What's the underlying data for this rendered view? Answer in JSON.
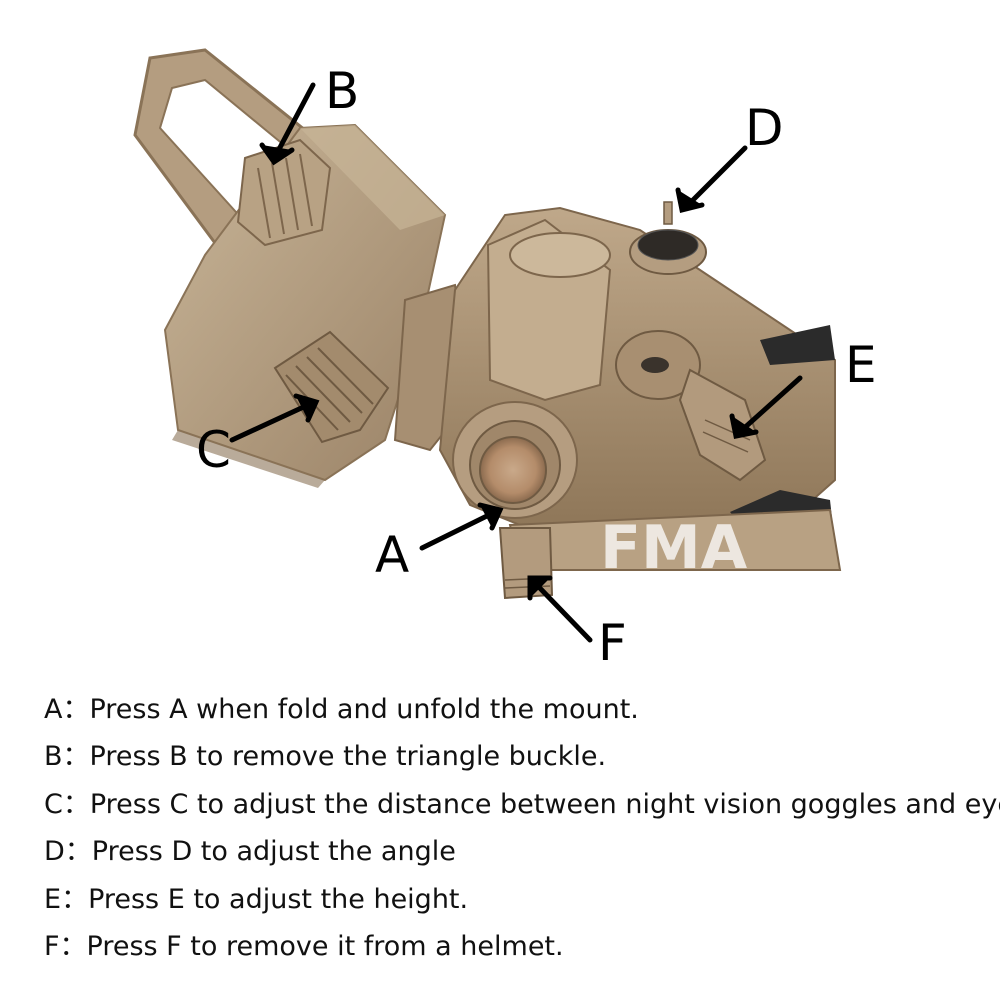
{
  "callouts": {
    "a": "A",
    "b": "B",
    "c": "C",
    "d": "D",
    "e": "E",
    "f": "F"
  },
  "watermark": "FMA",
  "instructions": [
    {
      "letter": "A",
      "sep": "：",
      "text": "Press A when fold and unfold the mount."
    },
    {
      "letter": "B",
      "sep": "：",
      "text": "Press B to remove the triangle buckle."
    },
    {
      "letter": "C",
      "sep": "：",
      "text": "Press C to adjust the distance between night vision goggles and eyes."
    },
    {
      "letter": "D",
      "sep": "：",
      "text": "Press D to adjust the angle"
    },
    {
      "letter": "E",
      "sep": "：",
      "text": "Press E to adjust the height."
    },
    {
      "letter": "F",
      "sep": "：",
      "text": "Press F to remove it from a helmet."
    }
  ],
  "colors": {
    "tan": "#b09a7e",
    "tan_light": "#c7b497",
    "tan_dark": "#8c7459",
    "black_part": "#2a2a2a"
  }
}
